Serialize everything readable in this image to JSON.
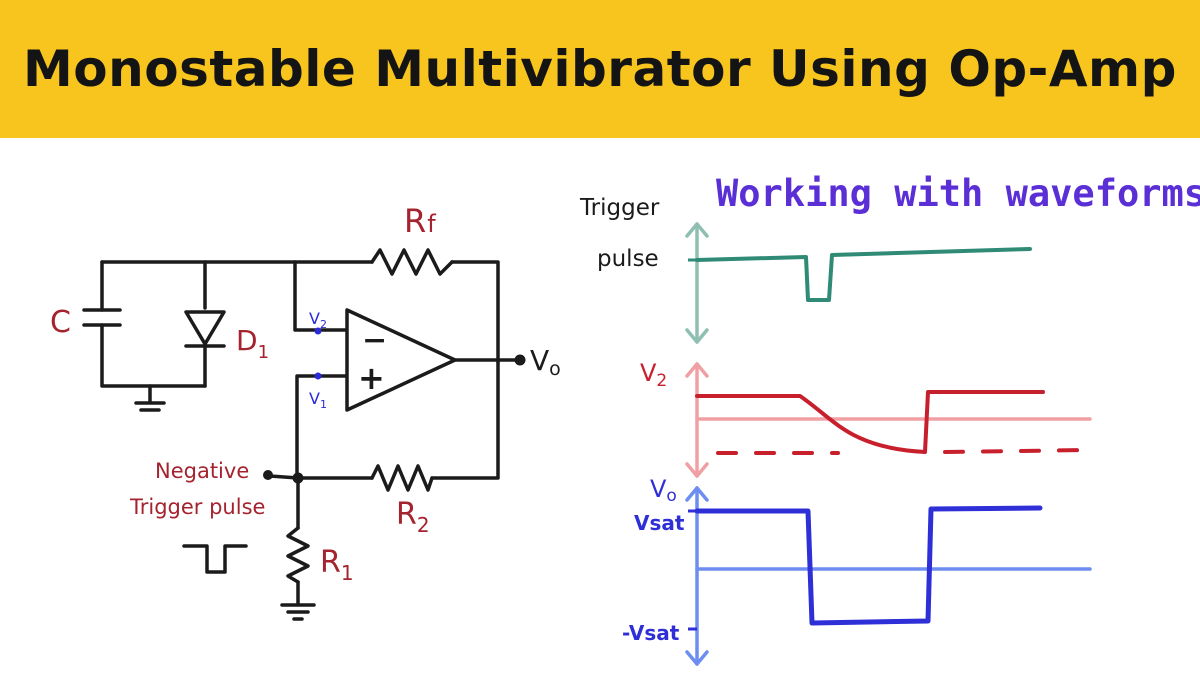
{
  "header": {
    "title": "Monostable  Multivibrator Using Op-Amp"
  },
  "circuit": {
    "capacitor_label": "C",
    "diode_label_main": "D",
    "diode_label_sub": "1",
    "rf_label_main": "R",
    "rf_label_sub": "f",
    "r2_label_main": "R",
    "r2_label_sub": "2",
    "r1_label_main": "R",
    "r1_label_sub": "1",
    "v2_node_main": "V",
    "v2_node_sub": "2",
    "v1_node_main": "V",
    "v1_node_sub": "1",
    "opamp_minus": "−",
    "opamp_plus": "+",
    "output_label_main": "V",
    "output_label_sub": "o",
    "trigger_line1": "Negative",
    "trigger_line2": "Trigger pulse"
  },
  "waveforms": {
    "title": "Working with waveforms",
    "trigger_line1": "Trigger",
    "trigger_line2": "pulse",
    "v2_main": "V",
    "v2_sub": "2",
    "vo_main": "V",
    "vo_sub": "o",
    "vsat_label": "Vsat",
    "neg_vsat_label": "-Vsat"
  },
  "colors": {
    "banner": "#f7c51e",
    "title_purple": "#5b2fd6",
    "component_red": "#a5232e",
    "trigger_teal": "#2f8a76",
    "v2_red": "#c81f2d",
    "vo_blue": "#2f2fd8",
    "node_blue": "#2a2ad6"
  }
}
